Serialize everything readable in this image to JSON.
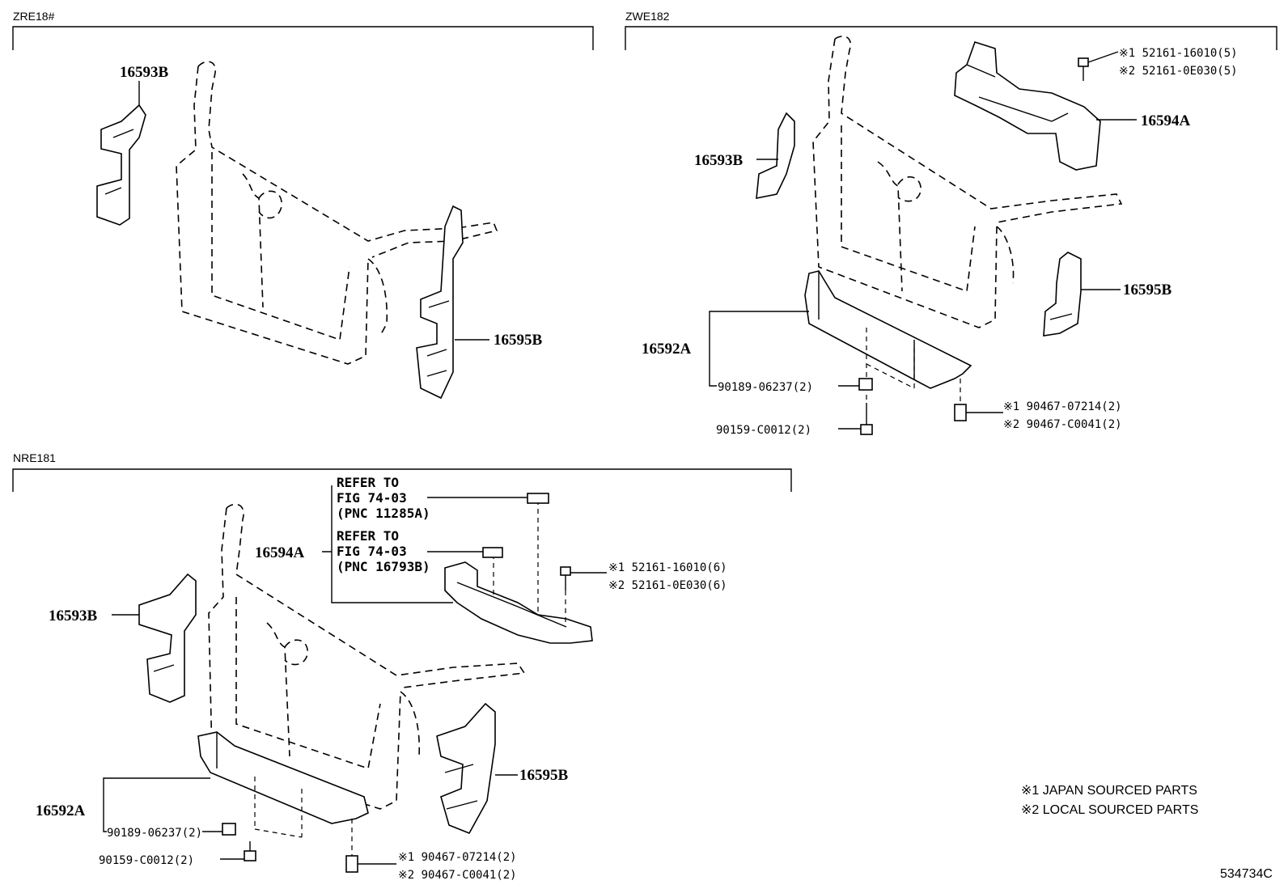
{
  "sections": {
    "zre": "ZRE18#",
    "zwe": "ZWE182",
    "nre": "NRE181"
  },
  "zre": {
    "p16593b": "16593B",
    "p16595b": "16595B"
  },
  "zwe": {
    "p16593b": "16593B",
    "p16594a": "16594A",
    "p16595b": "16595B",
    "p16592a": "16592A",
    "clip1": "※1 52161-16010(5)",
    "clip2": "※2 52161-0E030(5)",
    "nut": "90189-06237(2)",
    "screw": "90159-C0012(2)",
    "bolt1": "※1 90467-07214(2)",
    "bolt2": "※2 90467-C0041(2)"
  },
  "nre": {
    "ref1_l1": "REFER TO",
    "ref1_l2": "FIG 74-03",
    "ref1_l3": "(PNC 11285A)",
    "ref2_l1": "REFER TO",
    "ref2_l2": "FIG 74-03",
    "ref2_l3": "(PNC 16793B)",
    "p16594a": "16594A",
    "p16593b": "16593B",
    "p16595b": "16595B",
    "p16592a": "16592A",
    "clip1": "※1 52161-16010(6)",
    "clip2": "※2 52161-0E030(6)",
    "nut": "90189-06237(2)",
    "screw": "90159-C0012(2)",
    "bolt1": "※1 90467-07214(2)",
    "bolt2": "※2 90467-C0041(2)"
  },
  "notes": {
    "n1": "※1 JAPAN SOURCED PARTS",
    "n2": "※2 LOCAL SOURCED PARTS"
  },
  "illustration_id": "534734C"
}
